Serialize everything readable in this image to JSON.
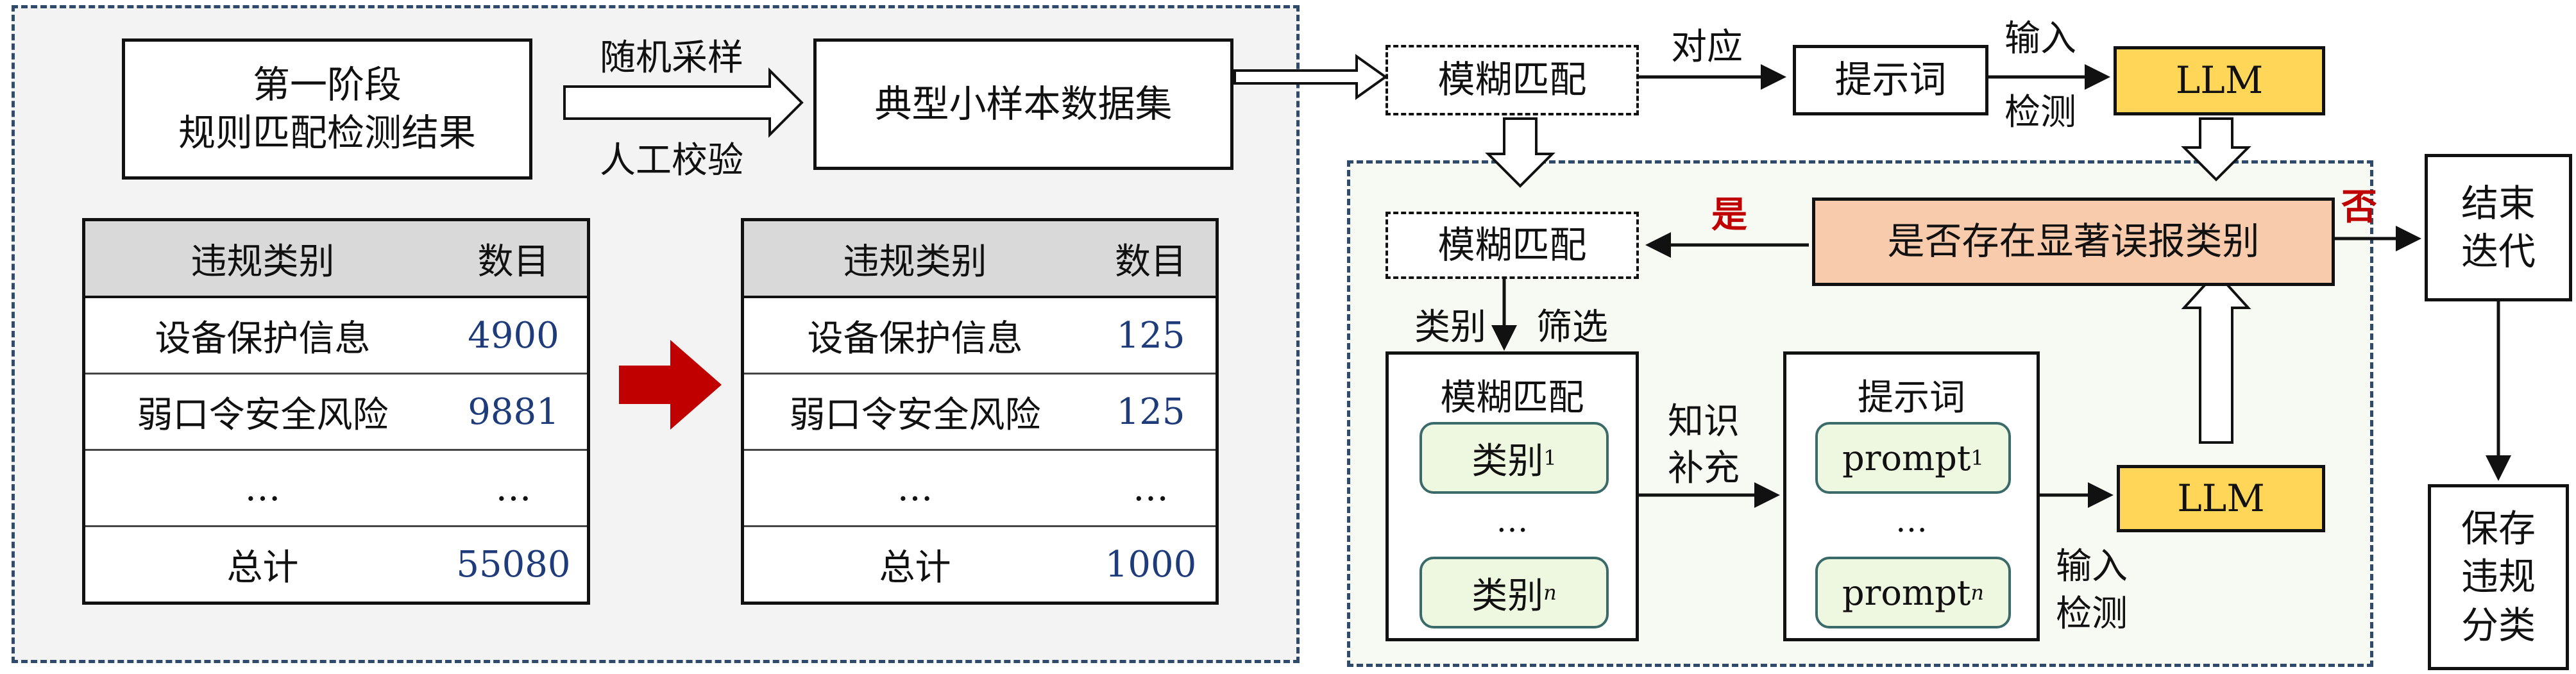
{
  "stage1_result": {
    "line1": "第一阶段",
    "line2": "规则匹配检测结果"
  },
  "sampling": {
    "top": "随机采样",
    "bottom": "人工校验"
  },
  "typical_set": "典型小样本数据集",
  "fuzzy_match_top": "模糊匹配",
  "correspond": "对应",
  "prompt_top": "提示词",
  "input_detect_top": {
    "line1": "输入",
    "line2": "检测"
  },
  "llm_top": "LLM",
  "decision": "是否存在显著误报类别",
  "yes": "是",
  "no": "否",
  "end_iter": {
    "line1": "结束",
    "line2": "迭代"
  },
  "save": {
    "line1": "保存",
    "line2": "违规",
    "line3": "分类"
  },
  "fuzzy_match_mid": "模糊匹配",
  "category_filter": {
    "left": "类别",
    "right": "筛选"
  },
  "fuzzy_group": {
    "title": "模糊匹配",
    "item1": "类别",
    "sub1": "1",
    "dots": "…",
    "itemn": "类别",
    "subn": "n"
  },
  "knowledge": {
    "line1": "知识",
    "line2": "补充"
  },
  "prompt_group": {
    "title": "提示词",
    "item1": "prompt",
    "sub1": "1",
    "dots": "…",
    "itemn": "prompt",
    "subn": "n"
  },
  "input_detect_bottom": {
    "line1": "输入",
    "line2": "检测"
  },
  "llm_bottom": "LLM",
  "table_left": {
    "headers": [
      "违规类别",
      "数目"
    ],
    "rows": [
      [
        "设备保护信息",
        "4900"
      ],
      [
        "弱口令安全风险",
        "9881"
      ],
      [
        "…",
        "…"
      ],
      [
        "总计",
        "55080"
      ]
    ]
  },
  "table_right": {
    "headers": [
      "违规类别",
      "数目"
    ],
    "rows": [
      [
        "设备保护信息",
        "125"
      ],
      [
        "弱口令安全风险",
        "125"
      ],
      [
        "…",
        "…"
      ],
      [
        "总计",
        "1000"
      ]
    ]
  },
  "colors": {
    "llm": "#ffd658",
    "decision": "#f8cbad",
    "yes_no": "#c00000",
    "red_arrow": "#c00000",
    "group_panel": "#f3f3f3",
    "panel_border": "#2f4a6b"
  }
}
